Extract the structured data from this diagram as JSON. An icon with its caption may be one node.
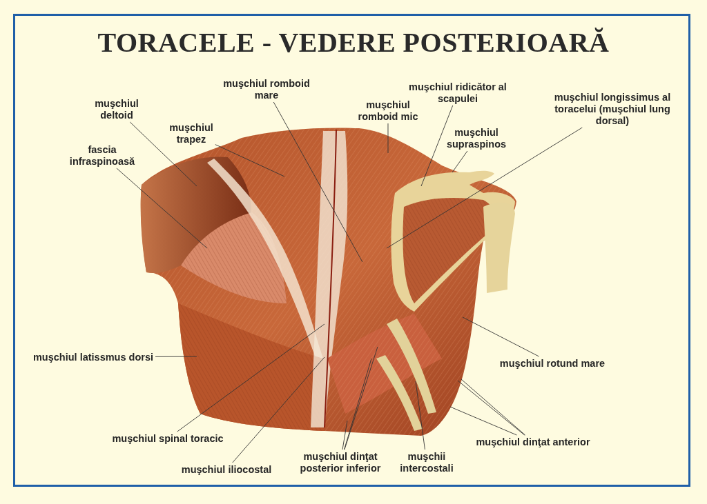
{
  "diagram": {
    "title": "TORACELE - VEDERE POSTERIOARĂ",
    "nodes": [
      {
        "text": [
          "muşchiul romboid mare"
        ]
      },
      {
        "text": [
          "muşchiul deltoid"
        ]
      },
      {
        "text": [
          "muşchiul ridicător al scapulei"
        ]
      },
      {
        "text": [
          "muşchiul romboid mic"
        ]
      },
      {
        "text": [
          "muşchiul longissimus al toracelui (muşchiul lung dorsal)"
        ]
      },
      {
        "text": [
          "muşchiul trapez"
        ]
      },
      {
        "text": [
          "muşchiul supraspinos"
        ]
      },
      {
        "text": [
          "fascia infraspinoasă"
        ]
      },
      {
        "text": [
          "muşchiul latissmus dorsi"
        ]
      },
      {
        "text": [
          "muşchiul rotund mare"
        ]
      },
      {
        "text": [
          "muşchiul spinal toracic"
        ]
      },
      {
        "text": [
          "muşchiul dinţat anterior"
        ]
      },
      {
        "text": [
          "muşchiul dinţat posterior inferior"
        ]
      },
      {
        "text": [
          "muşchii intercostali"
        ]
      },
      {
        "text": [
          "muşchiul iliocostal"
        ]
      }
    ],
    "edges": [
      {
        "from": 0,
        "to": null,
        "arrow": "none"
      },
      {
        "from": 1,
        "to": null,
        "arrow": "none"
      },
      {
        "from": 2,
        "to": null,
        "arrow": "none"
      },
      {
        "from": 3,
        "to": null,
        "arrow": "none"
      },
      {
        "from": 4,
        "to": null,
        "arrow": "none"
      },
      {
        "from": 5,
        "to": null,
        "arrow": "none"
      },
      {
        "from": 6,
        "to": null,
        "arrow": "none"
      },
      {
        "from": 7,
        "to": null,
        "arrow": "none"
      },
      {
        "from": 8,
        "to": null,
        "arrow": "none"
      },
      {
        "from": 9,
        "to": null,
        "arrow": "none"
      },
      {
        "from": 10,
        "to": null,
        "arrow": "none"
      },
      {
        "from": 11,
        "to": null,
        "arrow": "none"
      },
      {
        "from": 11,
        "to": null,
        "arrow": "none"
      },
      {
        "from": 11,
        "to": null,
        "arrow": "none"
      },
      {
        "from": 12,
        "to": null,
        "arrow": "none"
      },
      {
        "from": 12,
        "to": null,
        "arrow": "none"
      },
      {
        "from": 12,
        "to": null,
        "arrow": "none"
      },
      {
        "from": 13,
        "to": null,
        "arrow": "none"
      },
      {
        "from": 14,
        "to": null,
        "arrow": "none"
      }
    ]
  }
}
